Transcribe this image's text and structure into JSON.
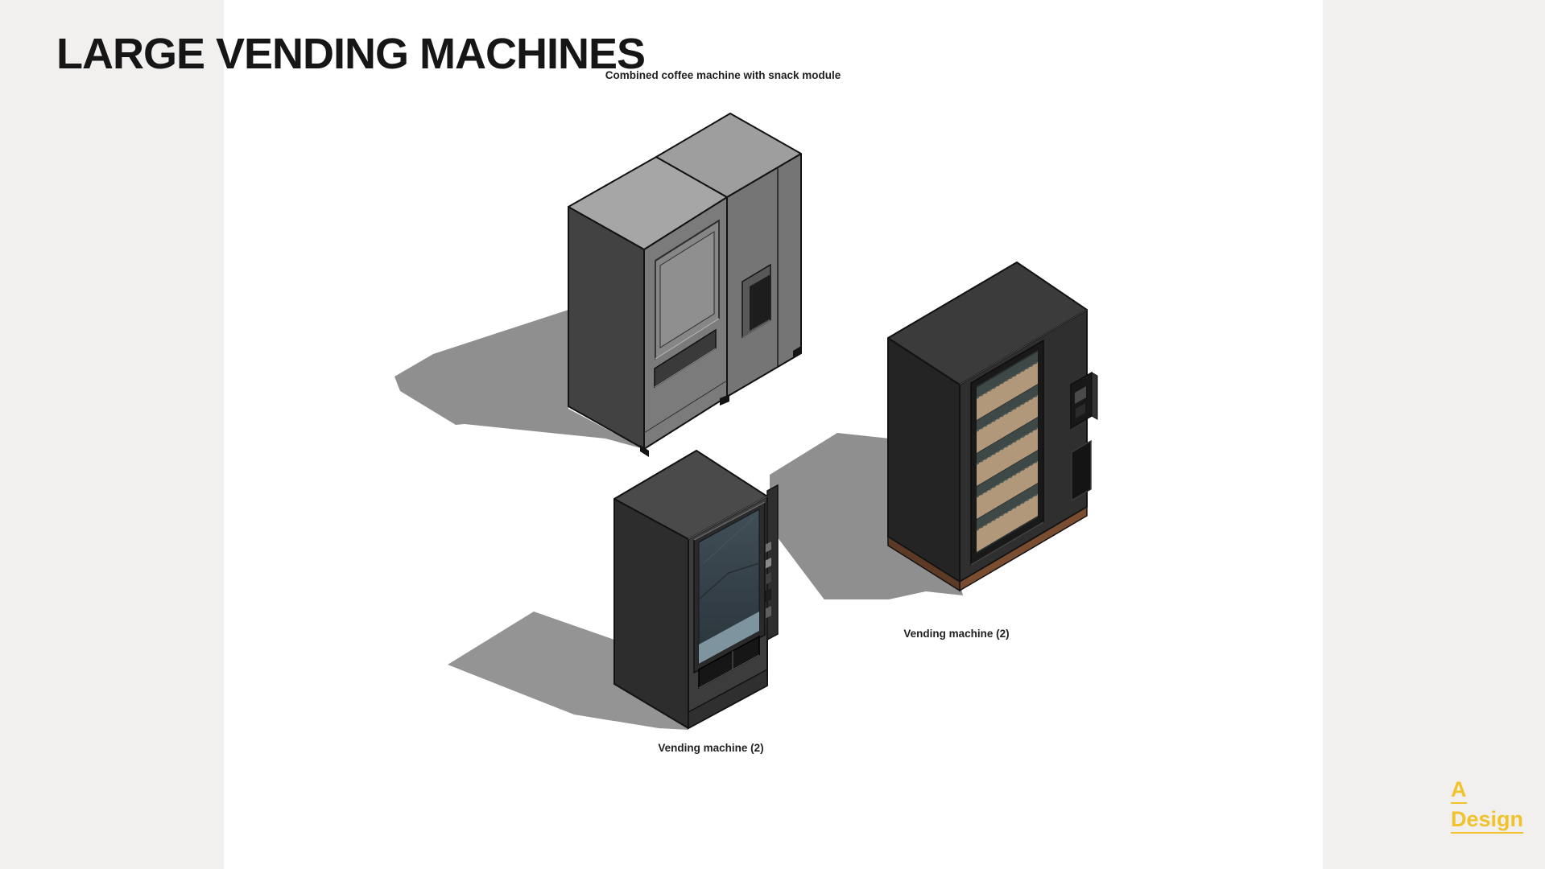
{
  "page": {
    "title": "LARGE VENDING MACHINES"
  },
  "figures": [
    {
      "id": "coffee-snack-machine",
      "label": "Combined coffee machine with snack module"
    },
    {
      "id": "vending-machine-right",
      "label": "Vending machine (2)"
    },
    {
      "id": "vending-machine-bottom",
      "label": "Vending machine (2)"
    }
  ],
  "logo": {
    "line1": "A",
    "line2": "Design",
    "color": "#F0C32D"
  },
  "colors": {
    "canvas": "#ffffff",
    "side_panels": "#f1f0ee",
    "title_text": "#161616",
    "label_text": "#1f1f1f",
    "shadow": "#8f8f8f",
    "coffee_machine_top": "#a6a6a6",
    "coffee_machine_front": "#7b7b7b",
    "coffee_machine_side": "#424242",
    "dark_machine_top": "#3b3b3b",
    "dark_machine_front": "#2f2f2f",
    "dark_machine_side": "#242424",
    "shelf_tan": "#b2987b",
    "glass_slate": "#414f58",
    "base_copper": "#7a4c30",
    "outline": "#121212"
  }
}
